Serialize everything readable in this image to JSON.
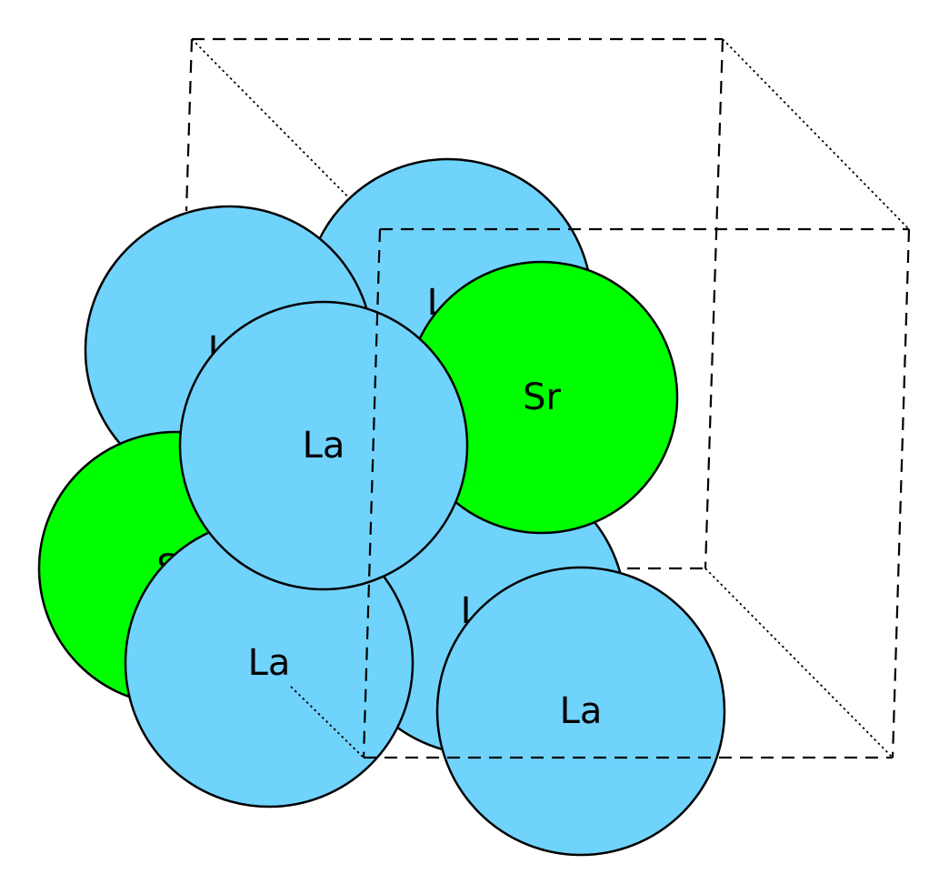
{
  "colors": {
    "la": "#70d3fc",
    "sr": "#00ff00",
    "outline": "#000000"
  },
  "atoms": [
    {
      "element": "La",
      "label": "La"
    },
    {
      "element": "La",
      "label": "La"
    },
    {
      "element": "Sr",
      "label": "Sr"
    },
    {
      "element": "La",
      "label": "La"
    },
    {
      "element": "Sr",
      "label": "Sr"
    },
    {
      "element": "La",
      "label": "La"
    },
    {
      "element": "La",
      "label": "La"
    },
    {
      "element": "La",
      "label": "La"
    }
  ]
}
